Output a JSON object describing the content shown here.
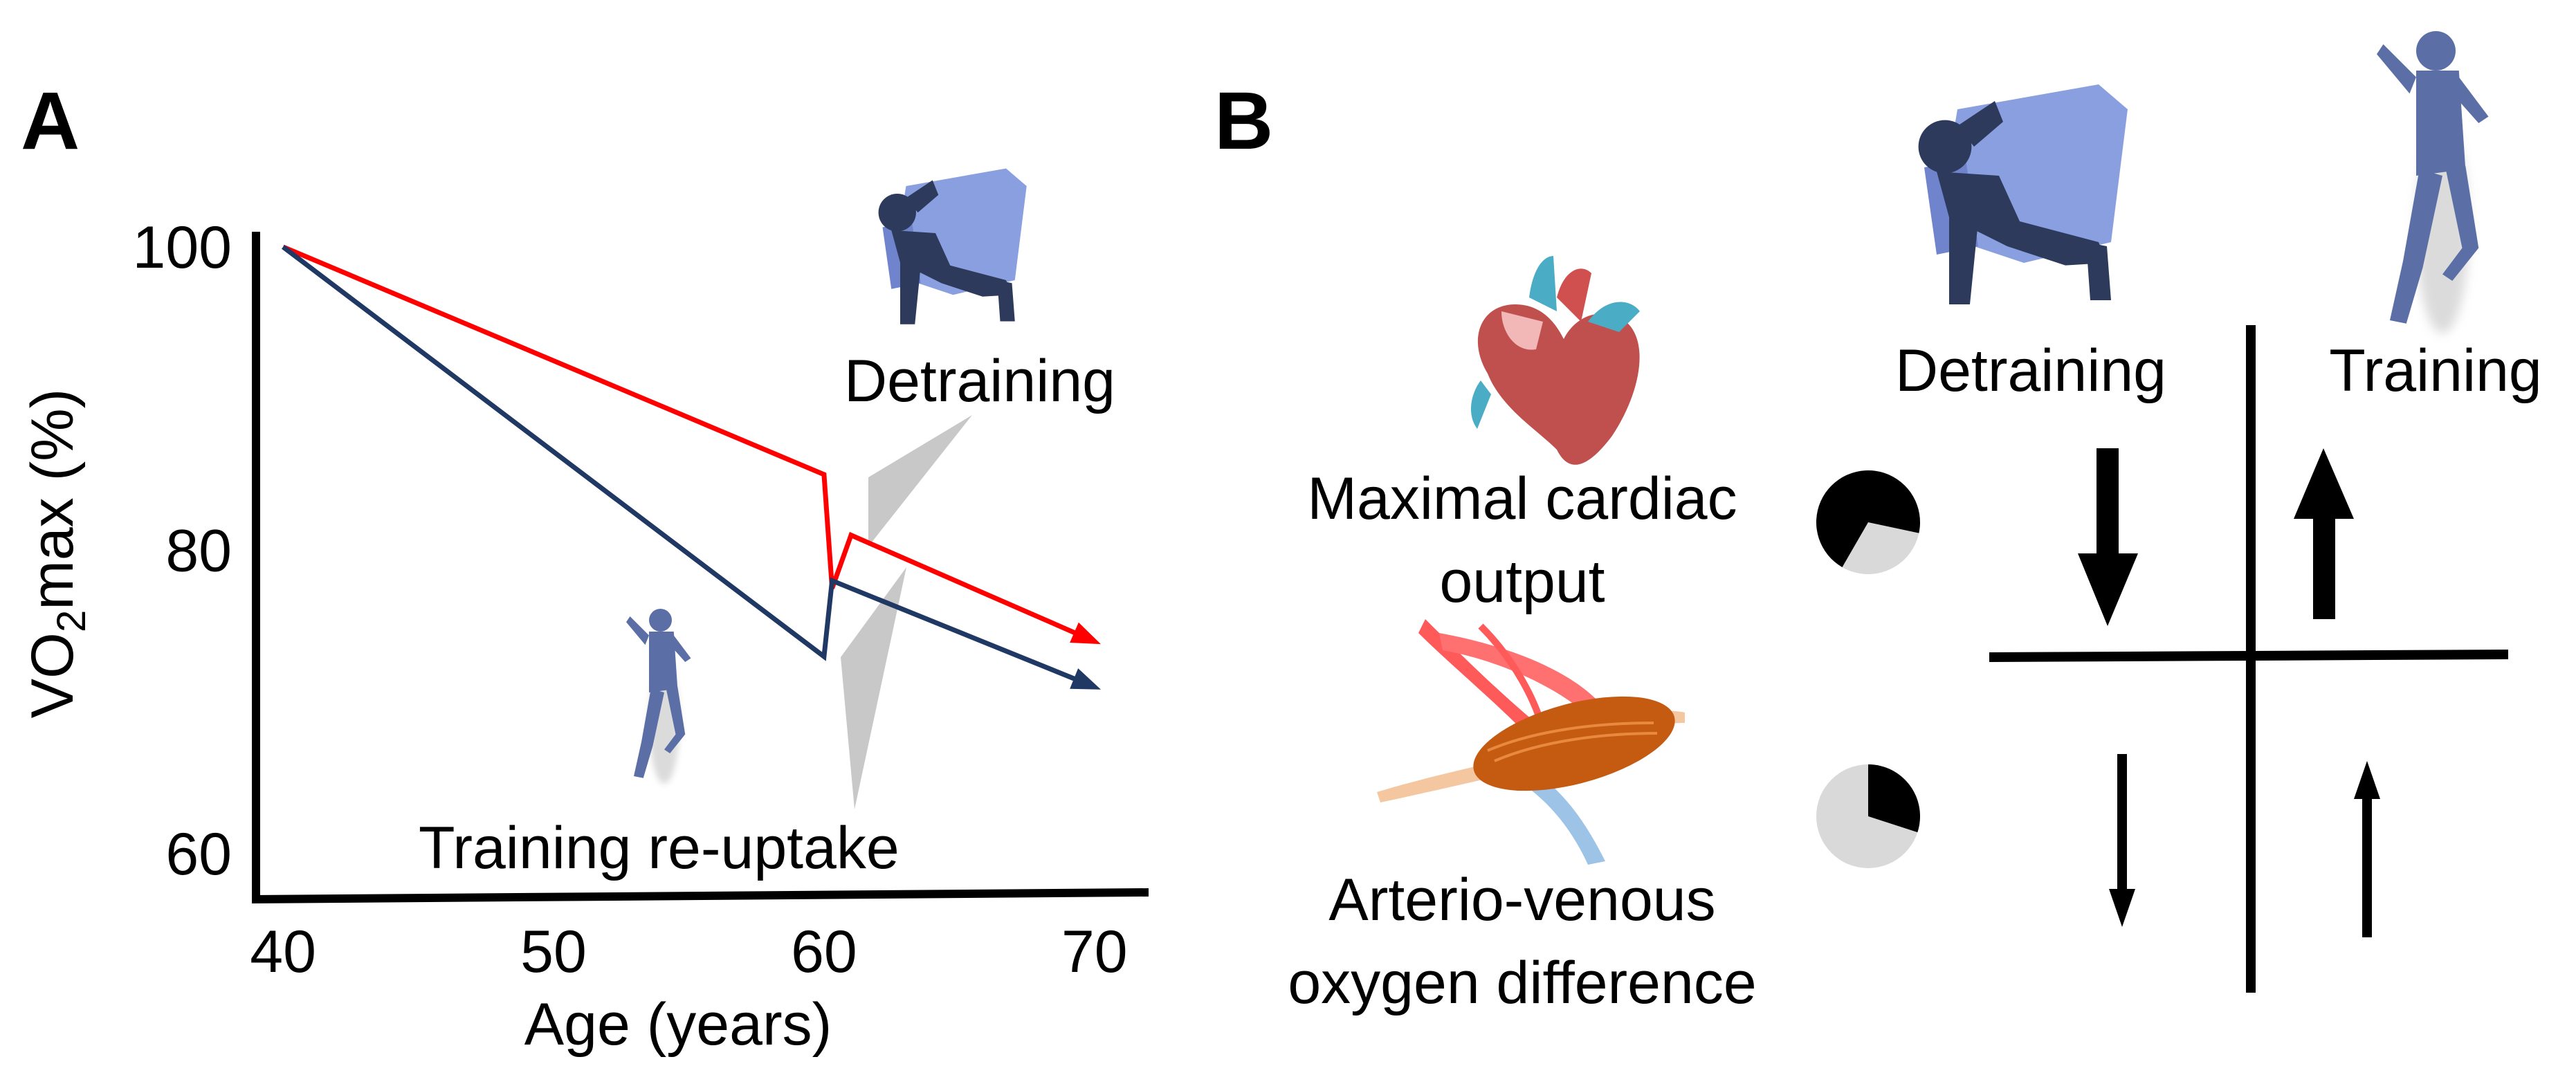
{
  "panel_a": {
    "letter": "A",
    "ylabel_prefix": "VO",
    "ylabel_sub": "2",
    "ylabel_suffix": "max (%)",
    "xlabel": "Age (years)",
    "detraining_label": "Detraining",
    "retraining_label": "Training re-uptake",
    "chart_data": {
      "type": "line",
      "xlabel": "Age (years)",
      "ylabel": "VO2max (%)",
      "x_ticks": [
        40,
        50,
        60,
        70
      ],
      "y_ticks": [
        60,
        80,
        100
      ],
      "xlim": [
        39,
        72
      ],
      "ylim": [
        57,
        101
      ],
      "series": [
        {
          "color": "#ff0000",
          "points": [
            [
              40,
              100
            ],
            [
              60,
              85
            ],
            [
              60.3,
              77.5
            ],
            [
              61,
              81
            ],
            [
              70,
              74
            ]
          ]
        },
        {
          "color": "#1f3864",
          "points": [
            [
              40,
              100
            ],
            [
              60,
              73
            ],
            [
              60.3,
              78
            ],
            [
              70,
              71
            ]
          ]
        }
      ]
    }
  },
  "panel_b": {
    "letter": "B",
    "col_detraining": "Detraining",
    "col_training": "Training",
    "row1_label_line1": "Maximal cardiac",
    "row1_label_line2": "output",
    "row2_label_line1": "Arterio-venous",
    "row2_label_line2": "oxygen difference",
    "row1_pie_fraction": 0.7,
    "row2_pie_fraction": 0.3
  },
  "colors": {
    "red_line": "#ff0000",
    "blue_line": "#1f3864",
    "figure_blue": "#5b6fa6",
    "chair_blue": "#8a9fe0",
    "pie_grey": "#d9d9d9",
    "heart_red": "#c0504d",
    "vessel_blue": "#4bacc6",
    "muscle_orange": "#c55a11"
  }
}
